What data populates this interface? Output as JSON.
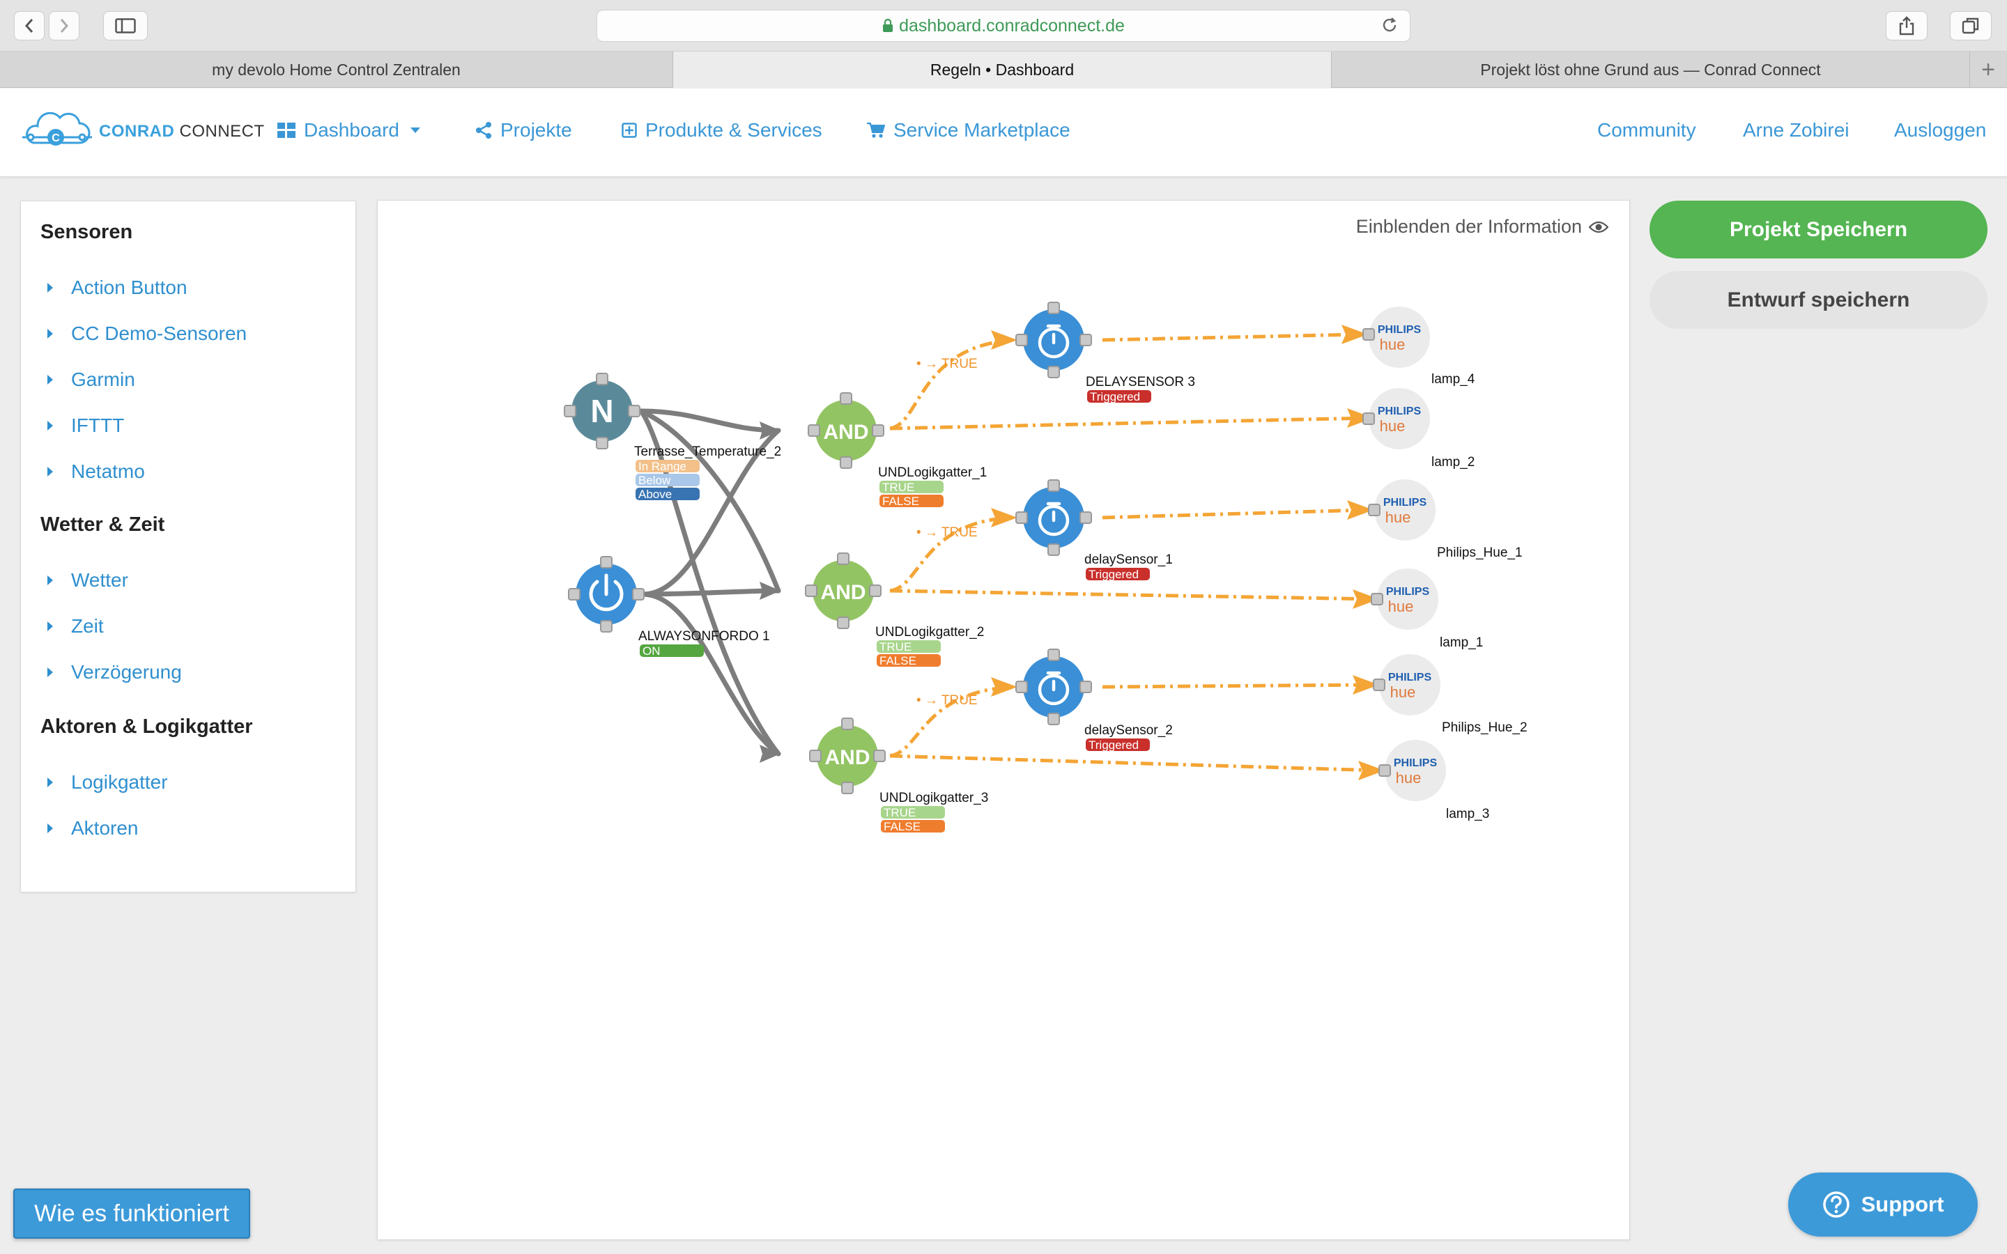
{
  "browser": {
    "url": "dashboard.conradconnect.de",
    "tabs": [
      {
        "title": "my devolo Home Control Zentralen",
        "active": false
      },
      {
        "title": "Regeln • Dashboard",
        "active": true
      },
      {
        "title": "Projekt löst ohne Grund aus — Conrad Connect",
        "active": false
      }
    ]
  },
  "header": {
    "logo": {
      "part1": "CONRAD",
      "part2": " CONNECT"
    },
    "nav": {
      "dashboard": "Dashboard",
      "projekte": "Projekte",
      "produkte": "Produkte & Services",
      "marketplace": "Service Marketplace",
      "community": "Community",
      "user": "Arne Zobirei",
      "logout": "Ausloggen"
    }
  },
  "sidebar": {
    "sections": [
      {
        "title": "Sensoren",
        "items": [
          "Action Button",
          "CC Demo-Sensoren",
          "Garmin",
          "IFTTT",
          "Netatmo"
        ]
      },
      {
        "title": "Wetter & Zeit",
        "items": [
          "Wetter",
          "Zeit",
          "Verzögerung"
        ]
      },
      {
        "title": "Aktoren & Logikgatter",
        "items": [
          "Logikgatter",
          "Aktoren"
        ]
      }
    ]
  },
  "canvas": {
    "info_toggle": "Einblenden der Information",
    "nodes": {
      "netatmo": {
        "icon_text": "N",
        "name": "Terrasse_Temperature_2",
        "states": [
          "In Range",
          "Below",
          "Above"
        ]
      },
      "always": {
        "name": "ALWAYSONFORDO 1",
        "states": [
          "ON"
        ]
      },
      "and1": {
        "label": "AND",
        "name": "UNDLogikgatter_1",
        "states": [
          "TRUE",
          "FALSE"
        ]
      },
      "and2": {
        "label": "AND",
        "name": "UNDLogikgatter_2",
        "states": [
          "TRUE",
          "FALSE"
        ]
      },
      "and3": {
        "label": "AND",
        "name": "UNDLogikgatter_3",
        "states": [
          "TRUE",
          "FALSE"
        ]
      },
      "delay3": {
        "name": "DELAYSENSOR 3",
        "states": [
          "Triggered"
        ]
      },
      "delay1": {
        "name": "delaySensor_1",
        "states": [
          "Triggered"
        ]
      },
      "delay2": {
        "name": "delaySensor_2",
        "states": [
          "Triggered"
        ]
      },
      "lamp_4": {
        "name": "lamp_4"
      },
      "lamp_2": {
        "name": "lamp_2"
      },
      "hue_1": {
        "name": "Philips_Hue_1"
      },
      "lamp_1": {
        "name": "lamp_1"
      },
      "hue_2": {
        "name": "Philips_Hue_2"
      },
      "lamp_3": {
        "name": "lamp_3"
      }
    },
    "edge_label": "• → TRUE",
    "hue_brand": {
      "philips": "PHILIPS",
      "hue": "hue"
    }
  },
  "actions": {
    "save": "Projekt Speichern",
    "draft": "Entwurf speichern",
    "how": "Wie es funktioniert",
    "support": "Support"
  },
  "colors": {
    "accent": "#3a97d6",
    "save": "#54b552",
    "and_node": "#93c463",
    "delay_node": "#3a8fd6",
    "netatmo_node": "#5a8a9a",
    "edge_true": "#f4a535",
    "edge_gray": "#7d7d7d",
    "state_triggered": "#c9302c",
    "state_false": "#ef7d2e",
    "state_true": "#a8d58c",
    "state_on": "#55a640",
    "state_in_range": "#f3c08a",
    "state_below": "#a9c7e8",
    "state_above": "#3873b2"
  }
}
